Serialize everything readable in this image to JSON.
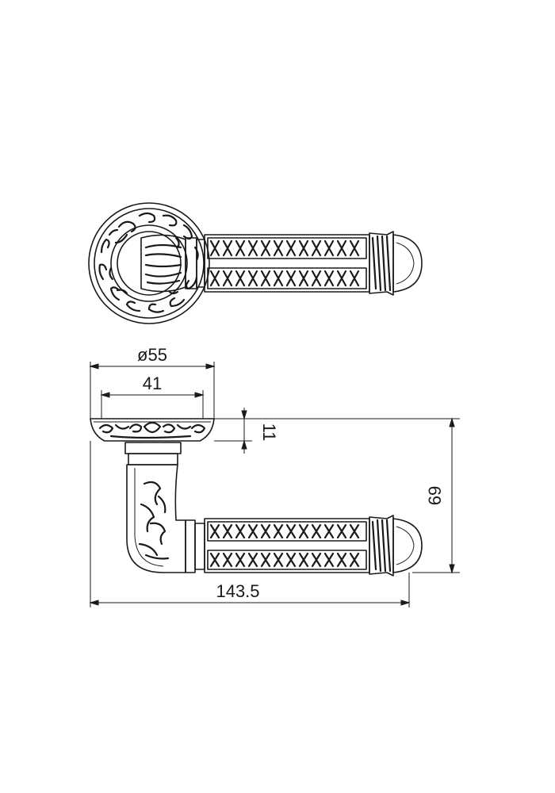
{
  "drawing": {
    "dimensions": {
      "rosette_diameter": "ø55",
      "rosette_inner_width": "41",
      "rosette_thickness": "11",
      "handle_height": "69",
      "overall_length": "143.5"
    },
    "colors": {
      "line": "#1a1a1a",
      "background": "#ffffff"
    }
  }
}
